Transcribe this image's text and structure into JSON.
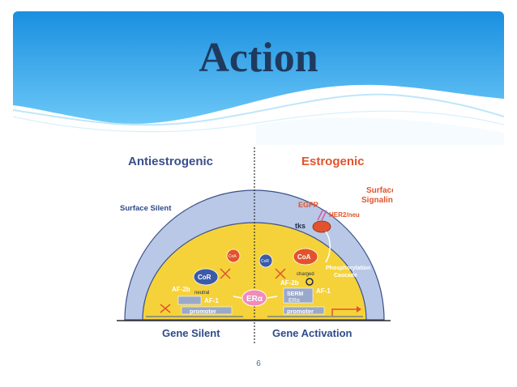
{
  "slide": {
    "title": "Action",
    "page_number": "6"
  },
  "diagram": {
    "left_heading": "Antiestrogenic",
    "right_heading": "Estrogenic",
    "surface_silent": "Surface Silent",
    "surface_signaling_line1": "Surface",
    "surface_signaling_line2": "Signaling",
    "egfr": "EGFR",
    "her2": "HER2/neu",
    "tks": "tks",
    "coa_small": "CoA",
    "cor_small": "CoR",
    "coa_large": "CoA",
    "cor_large": "CoR",
    "charged": "charged",
    "neutral": "neutral",
    "phospho_line1": "Phosphorylation",
    "phospho_line2": "Cascade",
    "af2b_left": "AF-2b",
    "af1_left": "AF-1",
    "af2b_right": "AF-2b",
    "af1_right": "AF-1",
    "era_center": "ERα",
    "serm_line1": "SERM",
    "serm_line2": "ERα",
    "promoter_left": "promoter",
    "promoter_right": "promoter",
    "gene_silent": "Gene Silent",
    "gene_activation": "Gene Activation"
  },
  "colors": {
    "title": "#1f3a5e",
    "band_top": "#1a8fe0",
    "band_bottom": "#5fc0f5",
    "outer_dome": "#b9c8e6",
    "inner_dome": "#f5d23a",
    "heading_left": "#3a4f8a",
    "heading_right": "#e2532d",
    "coa": "#e2532d",
    "cor": "#3b5aa8",
    "era": "#f08cb8"
  }
}
